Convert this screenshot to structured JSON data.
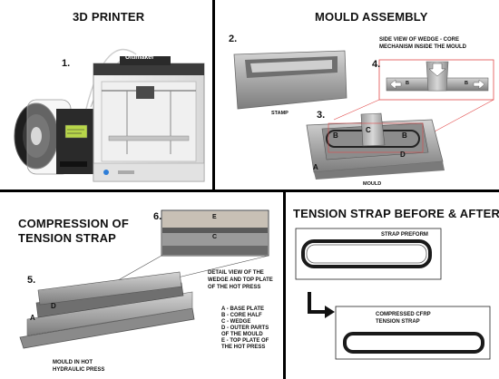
{
  "panels": {
    "printer": {
      "title": "3D PRINTER",
      "step": "1.",
      "brand": "Ultimaker"
    },
    "mould": {
      "title": "MOULD ASSEMBLY",
      "step2": "2.",
      "step3": "3.",
      "step4": "4.",
      "stamp_label": "STAMP",
      "side_view_line1": "SIDE VIEW OF WEDGE - CORE",
      "side_view_line2": "MECHANISM INSIDE THE MOULD",
      "mould_label": "MOULD",
      "letters": {
        "a": "A",
        "b": "B",
        "c": "C",
        "d": "D"
      }
    },
    "compression": {
      "title_line1": "COMPRESSION OF",
      "title_line2": "TENSION STRAP",
      "step5": "5.",
      "step6": "6.",
      "detail_line1": "DETAIL VIEW OF THE",
      "detail_line2": "WEDGE AND TOP PLATE",
      "detail_line3": "OF THE HOT PRESS",
      "legend": [
        "A - BASE PLATE",
        "B - CORE HALF",
        "C - WEDGE",
        "D - OUTER PARTS",
        "OF THE MOULD",
        "E - TOP PLATE OF",
        "THE HOT PRESS"
      ],
      "press_line1": "MOULD IN HOT",
      "press_line2": "HYDRAULIC PRESS",
      "letters": {
        "a": "A",
        "c": "C",
        "d": "D",
        "e": "E"
      }
    },
    "strap": {
      "title": "TENSION STRAP BEFORE & AFTER",
      "preform_label": "STRAP PREFORM",
      "compressed_line1": "COMPRESSED CFRP",
      "compressed_line2": "TENSION STRAP"
    }
  },
  "colors": {
    "divider": "#000000",
    "highlight": "#e24a4a",
    "metal": "#a9a9a9"
  }
}
